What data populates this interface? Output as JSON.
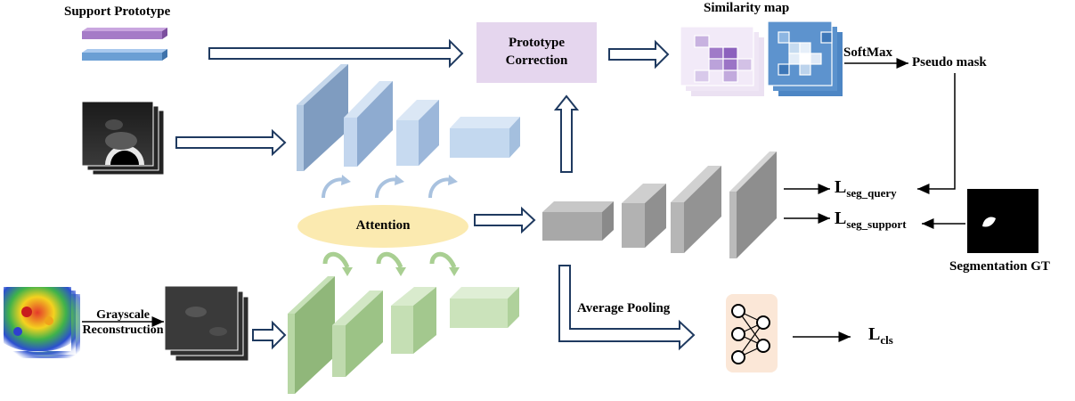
{
  "labels": {
    "support_prototype": "Support Prototype",
    "prototype_correction_line1": "Prototype",
    "prototype_correction_line2": "Correction",
    "similarity_map": "Similarity map",
    "softmax": "SoftMax",
    "pseudo_mask": "Pseudo mask",
    "attention": "Attention",
    "grayscale_line1": "Grayscale",
    "grayscale_line2": "Reconstruction",
    "average_pooling": "Average Pooling",
    "segmentation_gt": "Segmentation GT"
  },
  "losses": {
    "seg_query_main": "L",
    "seg_query_sub": "seg_query",
    "seg_support_main": "L",
    "seg_support_sub": "seg_support",
    "cls_main": "L",
    "cls_sub": "cls"
  },
  "colors": {
    "blue_block": "#a9c2df",
    "green_block": "#a9cf92",
    "gray_block": "#8e8e8e",
    "attention_fill": "#fbeab0",
    "correction_fill": "#e5d6ee",
    "classifier_fill": "#fbe7d7",
    "arrow_navy": "#1f3a60",
    "prototype_purple": "#a57bc7",
    "prototype_blue": "#6b9fd4"
  },
  "icons": {
    "ultrasound_stack": "ultrasound-image-stack-icon",
    "elastography_stack": "elastography-image-stack-icon",
    "grayscale_stack": "grayscale-image-stack-icon",
    "classifier": "neural-network-icon",
    "gt_mask": "segmentation-mask-icon"
  }
}
